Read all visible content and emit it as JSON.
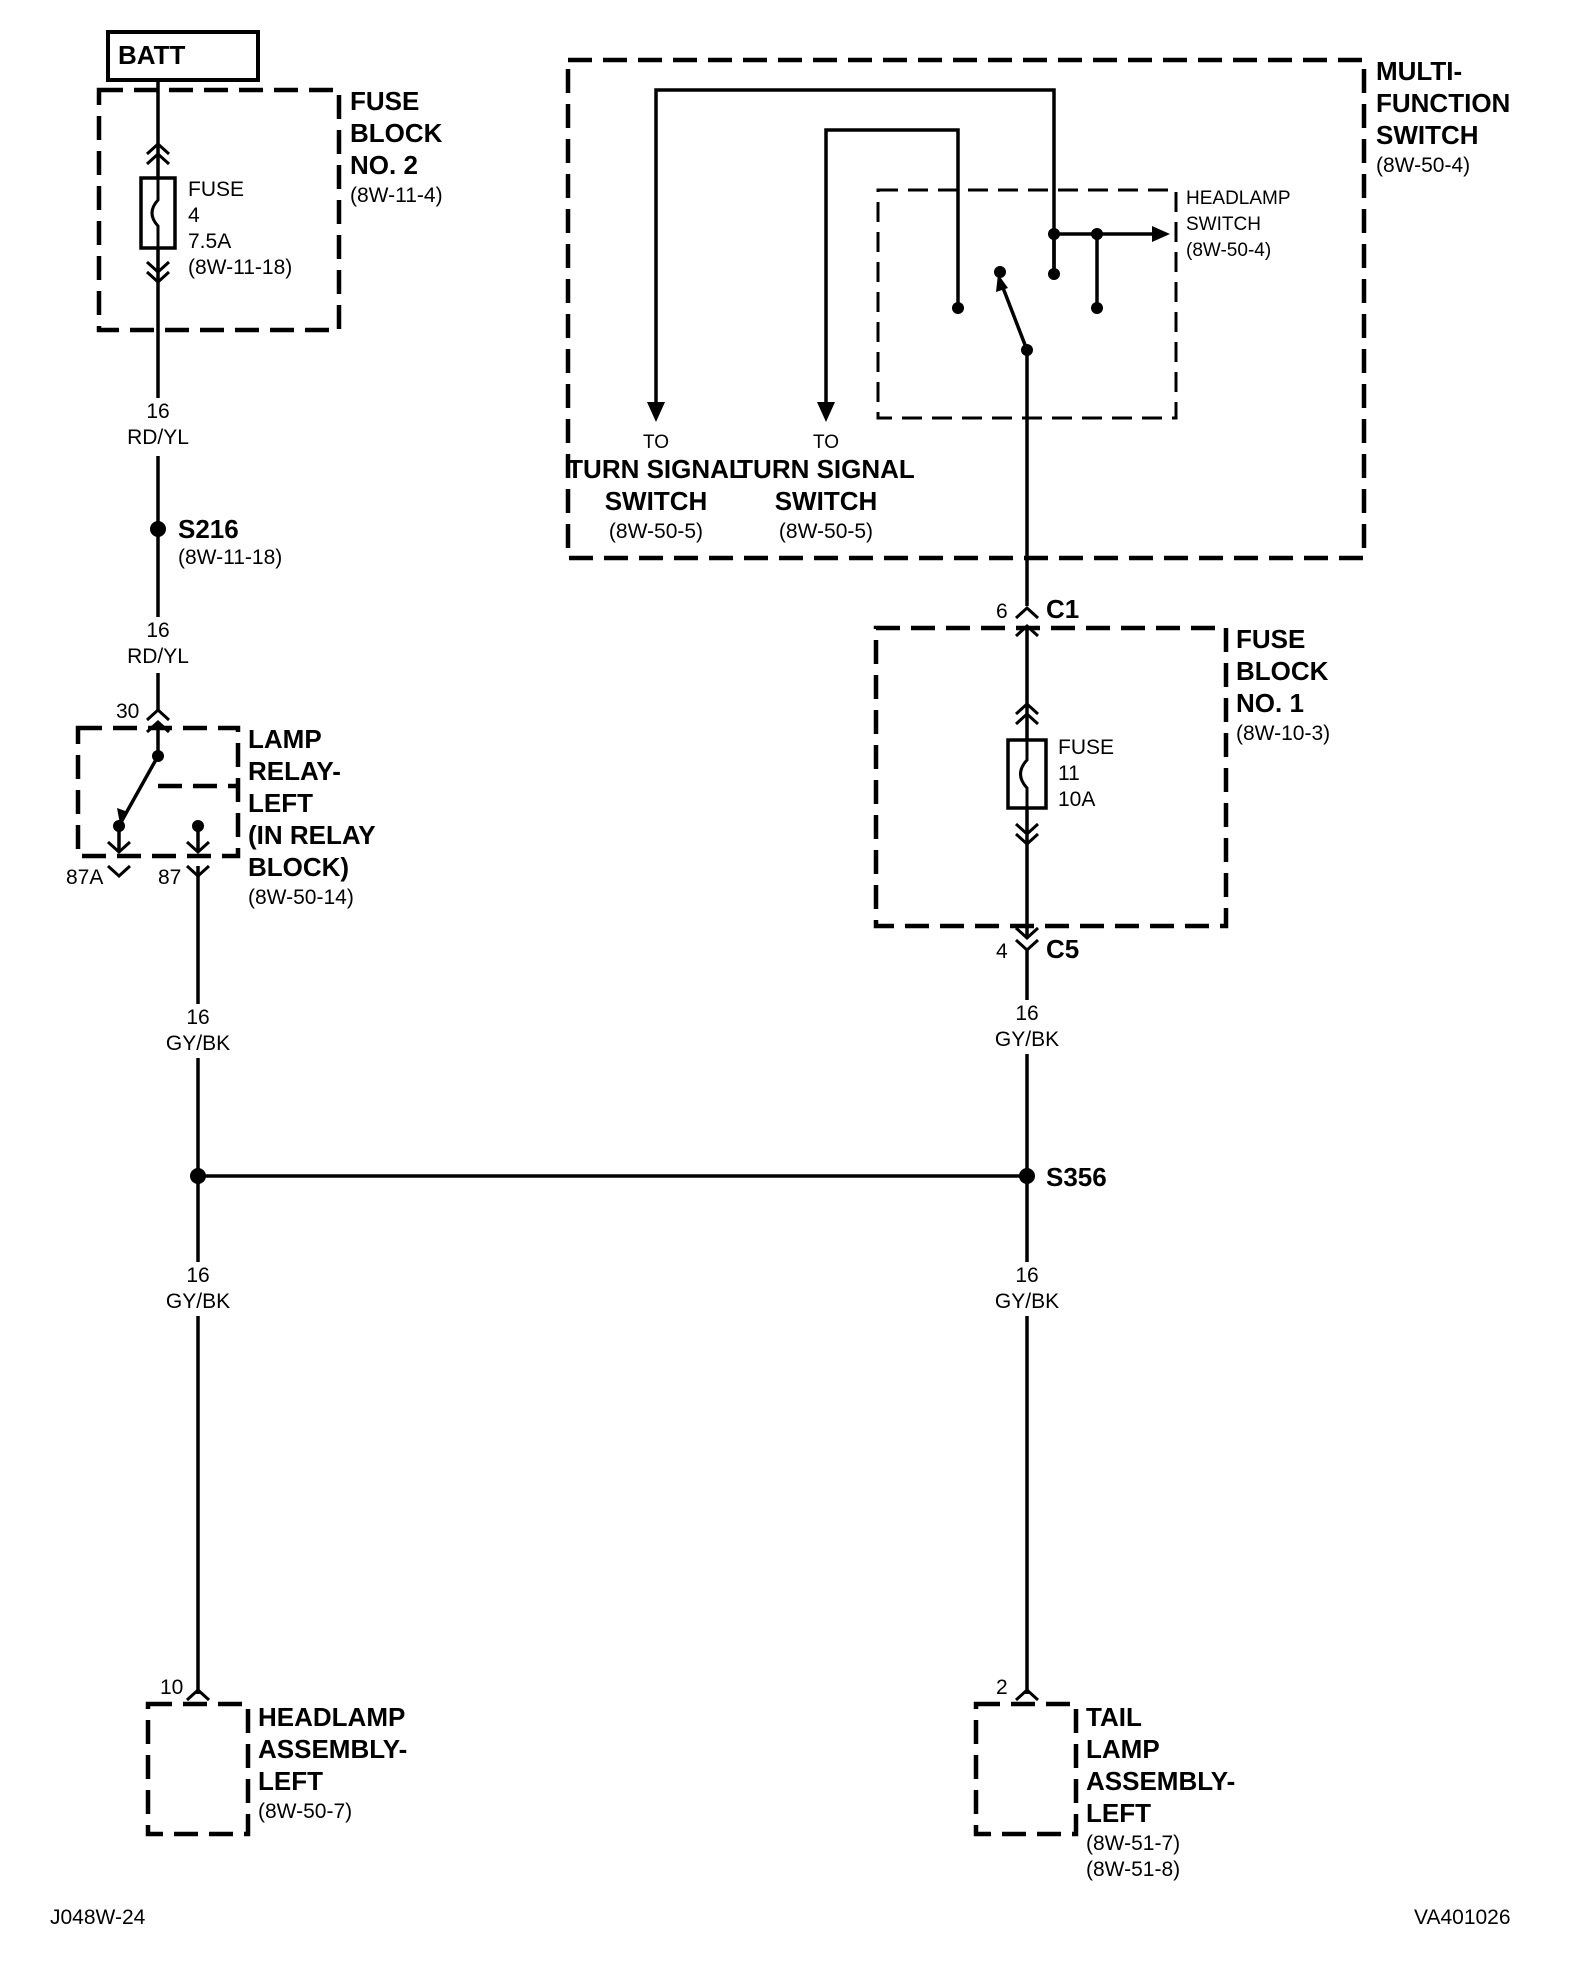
{
  "batt": "BATT",
  "fuse_block_2": {
    "line1": "FUSE",
    "line2": "BLOCK",
    "line3": "NO. 2",
    "ref": "(8W-11-4)"
  },
  "fuse4": {
    "line1": "FUSE",
    "line2": "4",
    "line3": "7.5A",
    "ref": "(8W-11-18)"
  },
  "wire_rdyl_1": {
    "gauge": "16",
    "color": "RD/YL"
  },
  "splice_s216": {
    "label": "S216",
    "ref": "(8W-11-18)"
  },
  "wire_rdyl_2": {
    "gauge": "16",
    "color": "RD/YL"
  },
  "relay": {
    "line1": "LAMP",
    "line2": "RELAY-",
    "line3": "LEFT",
    "line4": "(IN RELAY",
    "line5": "BLOCK)",
    "ref": "(8W-50-14)",
    "pin30": "30",
    "pin87a": "87A",
    "pin87": "87"
  },
  "wire_gybk_relay": {
    "gauge": "16",
    "color": "GY/BK"
  },
  "wire_gybk_left_lower": {
    "gauge": "16",
    "color": "GY/BK"
  },
  "headlamp_assembly": {
    "pin": "10",
    "line1": "HEADLAMP",
    "line2": "ASSEMBLY-",
    "line3": "LEFT",
    "ref": "(8W-50-7)"
  },
  "mfs": {
    "line1": "MULTI-",
    "line2": "FUNCTION",
    "line3": "SWITCH",
    "ref": "(8W-50-4)"
  },
  "headlamp_switch": {
    "line1": "HEADLAMP",
    "line2": "SWITCH",
    "ref": "(8W-50-4)"
  },
  "turn_signal_1": {
    "to": "TO",
    "line1": "TURN SIGNAL",
    "line2": "SWITCH",
    "ref": "(8W-50-5)"
  },
  "turn_signal_2": {
    "to": "TO",
    "line1": "TURN SIGNAL",
    "line2": "SWITCH",
    "ref": "(8W-50-5)"
  },
  "connector_c1": {
    "pin": "6",
    "label": "C1"
  },
  "fuse_block_1": {
    "line1": "FUSE",
    "line2": "BLOCK",
    "line3": "NO. 1",
    "ref": "(8W-10-3)"
  },
  "fuse11": {
    "line1": "FUSE",
    "line2": "11",
    "line3": "10A"
  },
  "connector_c5": {
    "pin": "4",
    "label": "C5"
  },
  "wire_gybk_c5": {
    "gauge": "16",
    "color": "GY/BK"
  },
  "splice_s356": {
    "label": "S356"
  },
  "wire_gybk_right_lower": {
    "gauge": "16",
    "color": "GY/BK"
  },
  "tail_lamp": {
    "pin": "2",
    "line1": "TAIL",
    "line2": "LAMP",
    "line3": "ASSEMBLY-",
    "line4": "LEFT",
    "ref1": "(8W-51-7)",
    "ref2": "(8W-51-8)"
  },
  "footer": {
    "left": "J048W-24",
    "right": "VA401026"
  }
}
